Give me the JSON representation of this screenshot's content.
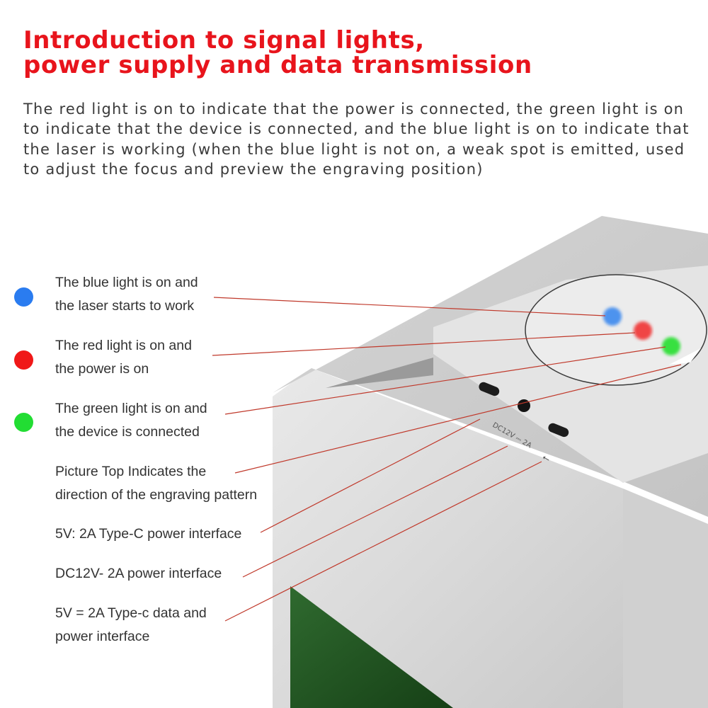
{
  "title": {
    "line1": "Introduction to signal lights,",
    "line2": "power supply and data transmission"
  },
  "intro": "The red light is on to indicate that the power is connected, the green light is on to indicate that the device is connected, and the blue light is on to indicate that the laser is working (when the blue light is not on, a weak spot is emitted, used to adjust the focus and preview the engraving position)",
  "colors": {
    "title": "#e8141c",
    "blue": "#2a7cf0",
    "red": "#f01818",
    "green": "#22dd33",
    "leader": "#c0392b"
  },
  "callouts": [
    {
      "line1": "The blue light is on and",
      "line2": "the laser starts to work",
      "dot": "blue"
    },
    {
      "line1": "The red light is on and",
      "line2": "the power is on",
      "dot": "red"
    },
    {
      "line1": "The green light is on and",
      "line2": "the device is connected",
      "dot": "green"
    },
    {
      "line1": "Picture Top Indicates the",
      "line2": "direction of the engraving pattern"
    },
    {
      "line1": "5V: 2A Type-C power interface"
    },
    {
      "line1": "DC12V- 2A power interface"
    },
    {
      "line1": "5V = 2A Type-c data and",
      "line2": "power interface"
    }
  ],
  "device": {
    "port_label": "DC12V ⎓ 2A",
    "usb_icon": "usb-icon"
  }
}
